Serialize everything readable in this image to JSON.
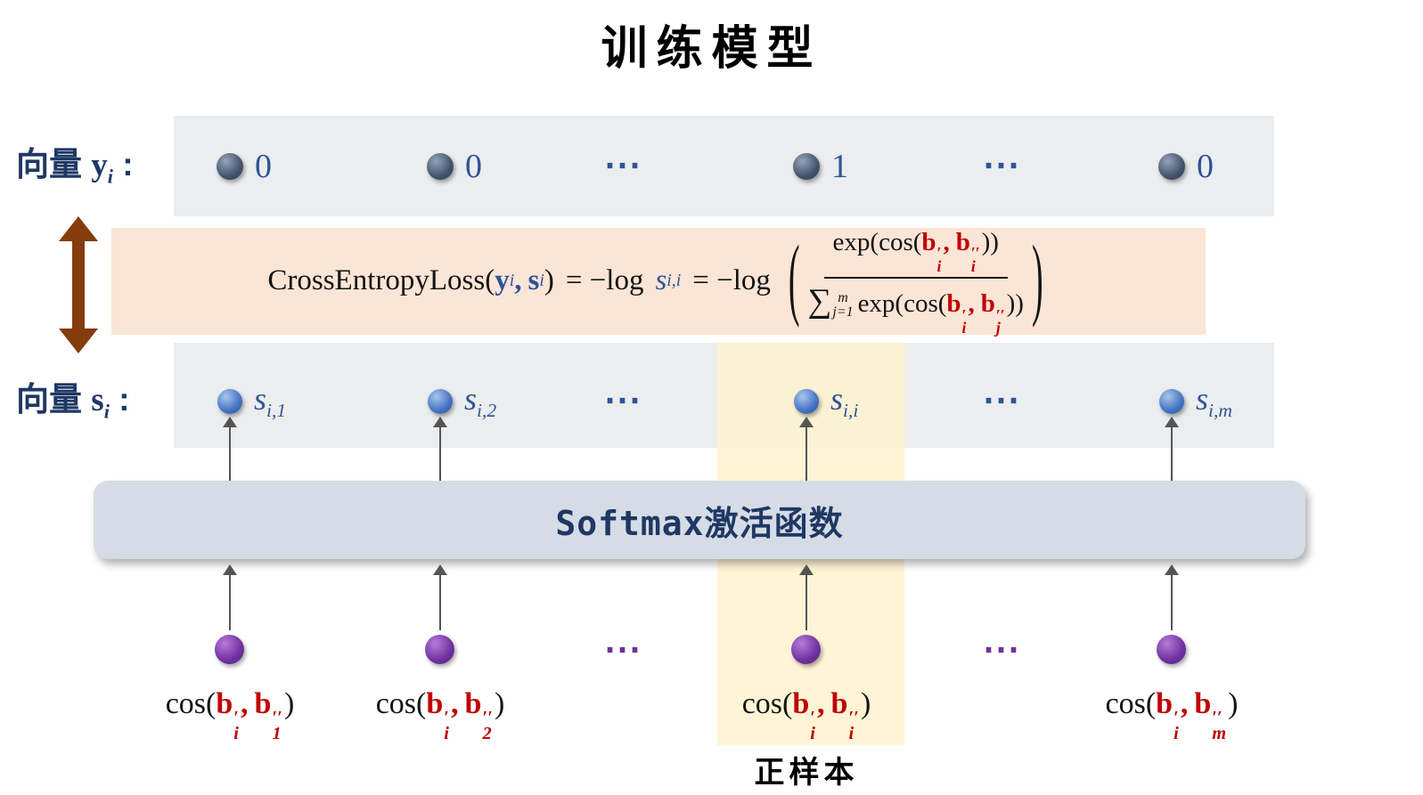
{
  "title": "训练模型",
  "colors": {
    "blue": "#2F5496",
    "navy": "#1F3864",
    "red": "#C00000",
    "purple": "#7030A0",
    "brown": "#843C0C",
    "band_bg": "#ECEDEF",
    "formula_bg": "#FBE5D6",
    "softmax_bg": "#D6DCE5",
    "highlight_bg": "#FFF2CC"
  },
  "vector_y": {
    "label": {
      "prefix": "向量 ",
      "var": "y",
      "sub": "i",
      "colon": " :"
    },
    "cells": [
      {
        "kind": "node",
        "value": "0"
      },
      {
        "kind": "node",
        "value": "0"
      },
      {
        "kind": "dots",
        "value": "⋯"
      },
      {
        "kind": "node",
        "value": "1"
      },
      {
        "kind": "dots",
        "value": "⋯"
      },
      {
        "kind": "node",
        "value": "0"
      }
    ]
  },
  "loss_formula": {
    "func_open": "CrossEntropyLoss(",
    "y_var": "y",
    "y_sub": "i",
    "comma1": ",",
    "s_var": "s",
    "s_sub": "i",
    "func_close": ")",
    "eq_log_1": "= −log",
    "sii_var": "s",
    "sii_sub": "i,i",
    "eq_log_2": "= −log",
    "paren_open": "(",
    "numerator": {
      "pre": "exp(cos(",
      "b1": "b",
      "b1_sup": "′",
      "b1_sub": "i",
      "comma": ",",
      "b2": "b",
      "b2_sup": "′′",
      "b2_sub": "i",
      "post": "))"
    },
    "denominator": {
      "sum": "∑",
      "sum_top": "m",
      "sum_bottom": "j=1",
      "pre": "exp(cos(",
      "b1": "b",
      "b1_sup": "′",
      "b1_sub": "i",
      "comma": ",",
      "b2": "b",
      "b2_sup": "′′",
      "b2_sub": "j",
      "post": "))"
    },
    "paren_close": ")"
  },
  "vector_s": {
    "label": {
      "prefix": "向量 ",
      "var": "s",
      "sub": "i",
      "colon": " :"
    },
    "cells": [
      {
        "kind": "node",
        "var": "s",
        "sub": "i,1"
      },
      {
        "kind": "node",
        "var": "s",
        "sub": "i,2"
      },
      {
        "kind": "dots",
        "value": "⋯"
      },
      {
        "kind": "node",
        "var": "s",
        "sub": "i,i"
      },
      {
        "kind": "dots",
        "value": "⋯"
      },
      {
        "kind": "node",
        "var": "s",
        "sub": "i,m"
      }
    ]
  },
  "softmax": {
    "latin": "Softmax",
    "chinese": "激活函数"
  },
  "cos_row": {
    "cells": [
      {
        "kind": "cos",
        "pre": "cos(",
        "b1": "b",
        "b1_sup": "′",
        "b1_sub": "i",
        "comma": ",",
        "b2": "b",
        "b2_sup": "′′",
        "b2_sub": "1",
        "post": ")"
      },
      {
        "kind": "cos",
        "pre": "cos(",
        "b1": "b",
        "b1_sup": "′",
        "b1_sub": "i",
        "comma": ",",
        "b2": "b",
        "b2_sup": "′′",
        "b2_sub": "2",
        "post": ")"
      },
      {
        "kind": "dots",
        "value": "⋯"
      },
      {
        "kind": "cos",
        "pre": "cos(",
        "b1": "b",
        "b1_sup": "′",
        "b1_sub": "i",
        "comma": ",",
        "b2": "b",
        "b2_sup": "′′",
        "b2_sub": "i",
        "post": ")"
      },
      {
        "kind": "dots",
        "value": "⋯"
      },
      {
        "kind": "cos",
        "pre": "cos(",
        "b1": "b",
        "b1_sup": "′",
        "b1_sub": "i",
        "comma": ",",
        "b2": "b",
        "b2_sup": "′′",
        "b2_sub": "m",
        "post": ")"
      }
    ]
  },
  "positive_sample_label": "正样本"
}
